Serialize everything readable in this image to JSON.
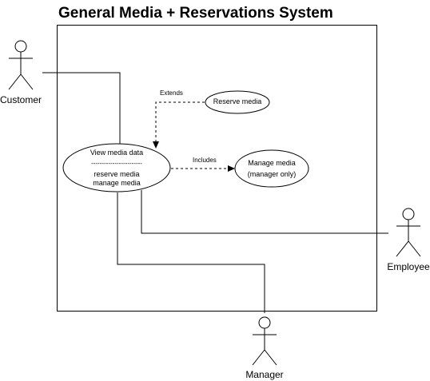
{
  "title": "General Media + Reservations System",
  "actors": {
    "customer": "Customer",
    "employee": "Employee",
    "manager": "Manager"
  },
  "use_cases": {
    "view_media": {
      "line1": "View media data",
      "divider": "------------------------",
      "line2": "reserve media",
      "line3": "manage media"
    },
    "reserve_media": "Reserve media",
    "manage_media": {
      "line1": "Manage media",
      "line2": "(manager only)"
    }
  },
  "relations": {
    "extends": "Extends",
    "includes": "Includes"
  }
}
